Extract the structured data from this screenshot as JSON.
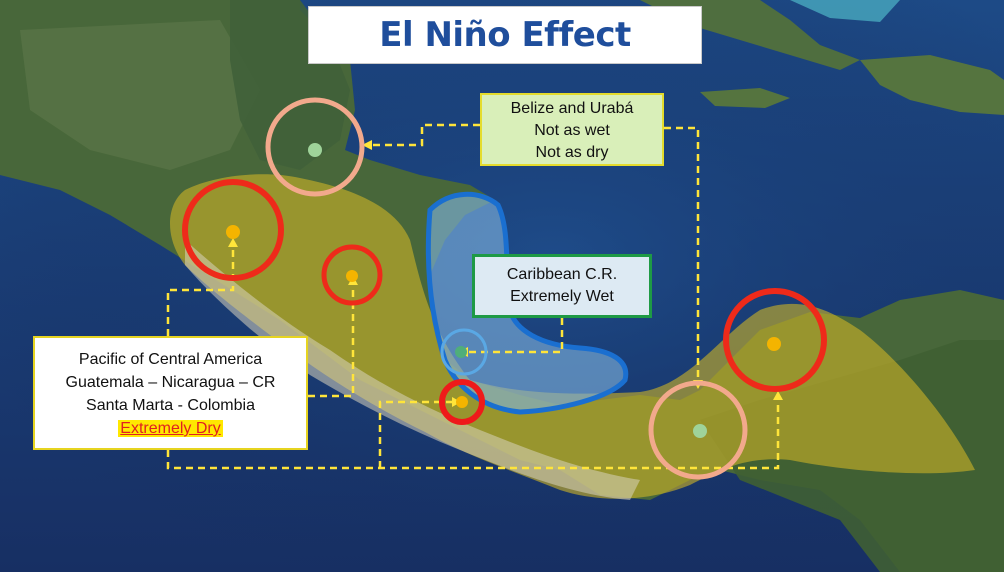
{
  "title": "El Niño Effect",
  "belize_box": {
    "lines": [
      "Belize and Urabá",
      "Not as wet",
      "Not as dry"
    ]
  },
  "caribbean_box": {
    "lines": [
      "Caribbean C.R.",
      "Extremely Wet"
    ]
  },
  "pacific_box": {
    "lines": [
      "Pacific of Central America",
      "Guatemala – Nicaragua – CR",
      "Santa Marta - Colombia"
    ],
    "highlight": "Extremely Dry"
  },
  "colors": {
    "ocean": "#1c3f78",
    "land": "#4a6a3a",
    "dry_zone": "#c9b227",
    "wet_zone": "#7fb3de",
    "wet_outline": "#1a6fd0",
    "strong_circle": "#ee2a1a",
    "moderate_circle": "#f2a98c",
    "dry_marker": "#f4b400",
    "neutral_marker": "#9fd39a",
    "title_text": "#1f4e9c",
    "connector": "#ffe53a"
  }
}
